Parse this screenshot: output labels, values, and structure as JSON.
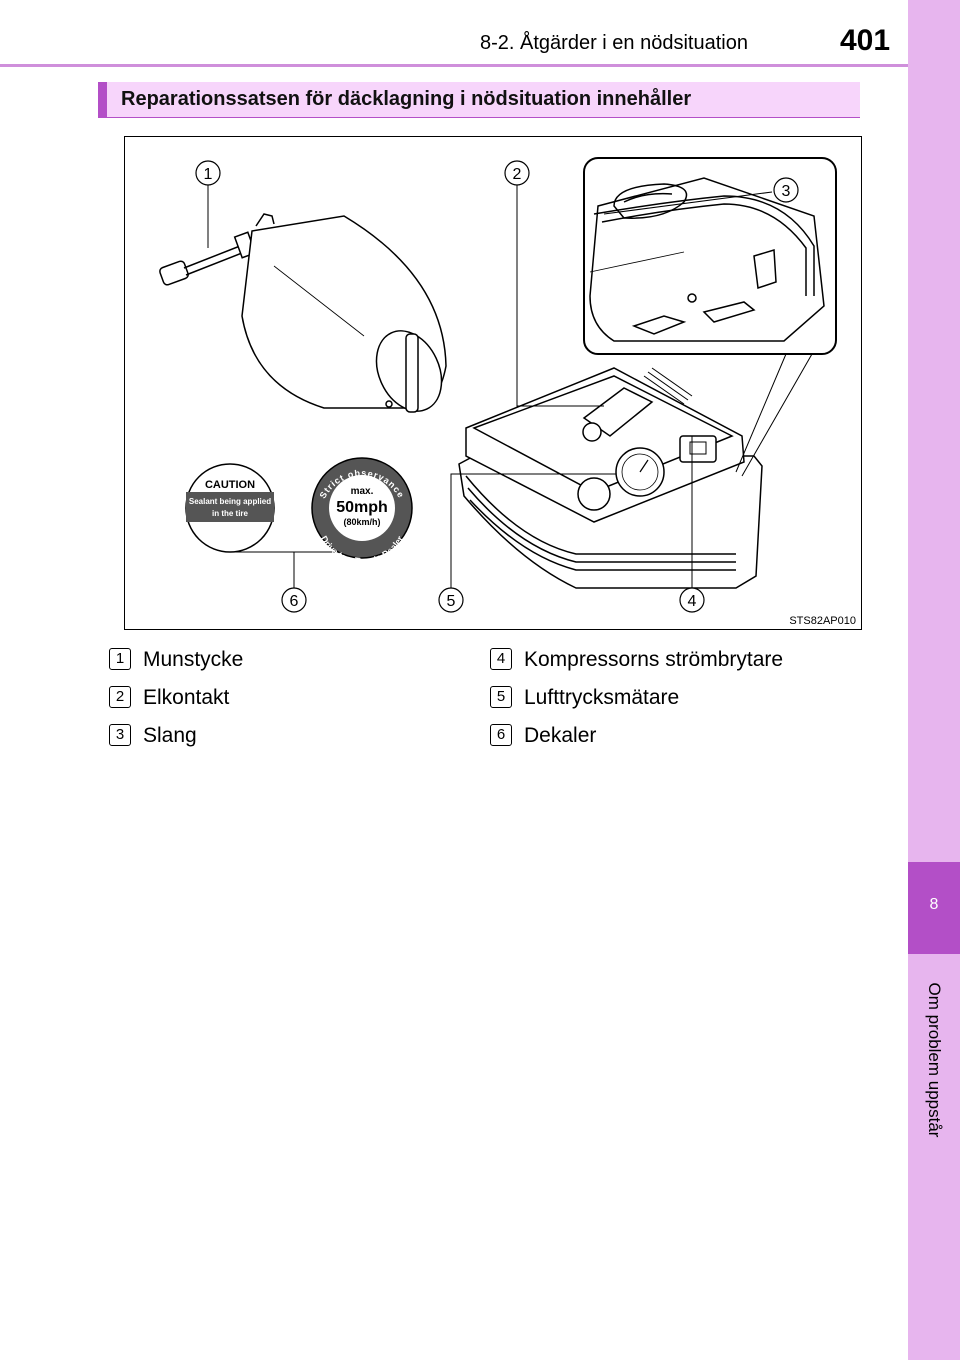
{
  "header": {
    "section": "8-2. Åtgärder i en nödsituation",
    "page_number": "401"
  },
  "side_tab": {
    "chapter_number": "8",
    "chapter_title": "Om problem uppstår"
  },
  "box_heading": "Reparationssatsen för däcklagning i nödsituation innehåller",
  "figure": {
    "callouts": [
      "1",
      "2",
      "3",
      "4",
      "5",
      "6"
    ],
    "figure_code": "STS82AP010",
    "sticker_caution": {
      "title": "CAUTION",
      "line1": "Sealant being applied",
      "line2": "in the tire"
    },
    "sticker_speed": {
      "ring_top": "Strict observance",
      "ring_bottom": "Drive to a Toyota Dealer",
      "max": "max.",
      "speed": "50mph",
      "speed_metric": "(80km/h)"
    }
  },
  "legend": [
    {
      "number": "1",
      "label": "Munstycke"
    },
    {
      "number": "2",
      "label": "Elkontakt"
    },
    {
      "number": "3",
      "label": "Slang"
    },
    {
      "number": "4",
      "label": "Kompressorns strömbrytare"
    },
    {
      "number": "5",
      "label": "Lufttrycksmätare"
    },
    {
      "number": "6",
      "label": "Dekaler"
    }
  ]
}
